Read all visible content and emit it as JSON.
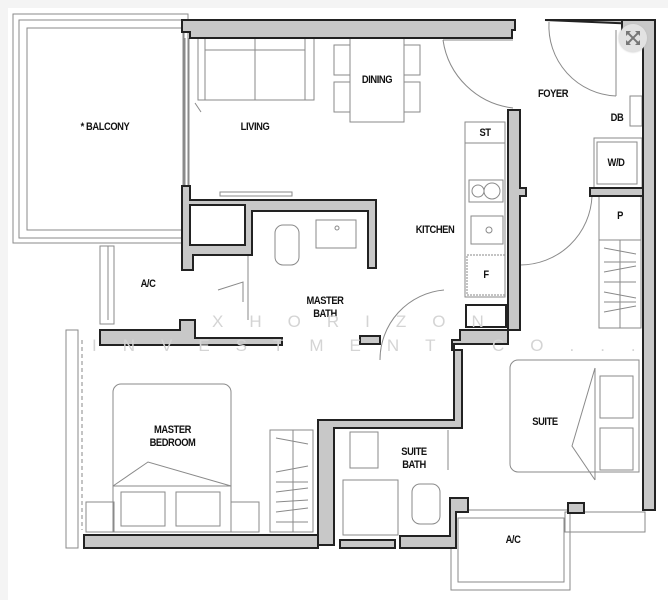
{
  "viewer": {
    "expand_icon": "expand-arrows-icon",
    "expand_label": "Expand"
  },
  "plan": {
    "rooms": {
      "balcony": "* BALCONY",
      "living": "LIVING",
      "dining": "DINING",
      "foyer": "FOYER",
      "db": "DB",
      "wd": "W/D",
      "st": "ST",
      "kitchen": "KITCHEN",
      "fridge": "F",
      "pantry": "P",
      "ac_left": "A/C",
      "master_bath_1": "MASTER",
      "master_bath_2": "BATH",
      "master_bedroom_1": "MASTER",
      "master_bedroom_2": "BEDROOM",
      "suite": "SUITE",
      "suite_bath_1": "SUITE",
      "suite_bath_2": "BATH",
      "ac_bottom": "A/C"
    },
    "colors": {
      "wall_fill": "#c8c8c8",
      "wall_stroke": "#222222",
      "line": "#888888",
      "watermark": "#d4d4d4"
    }
  },
  "watermark": {
    "line1": "XHORIZON",
    "line2": "INVESTMENT CO..."
  }
}
